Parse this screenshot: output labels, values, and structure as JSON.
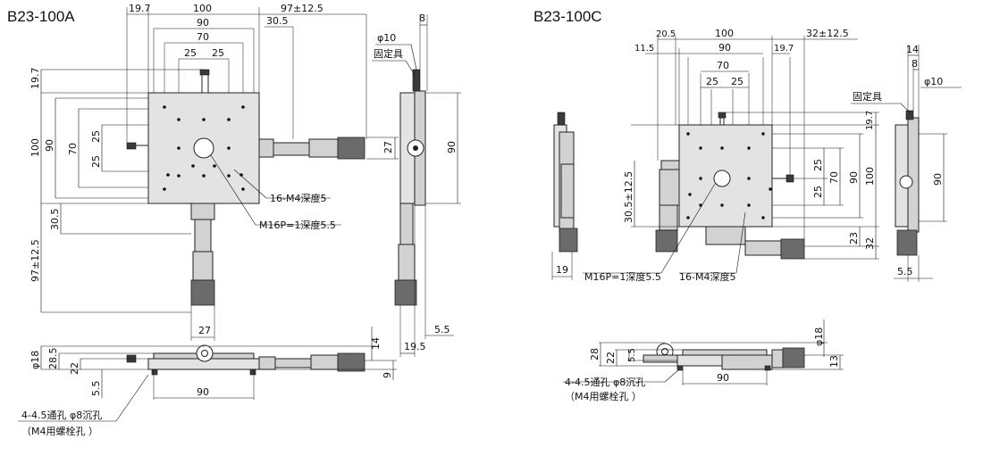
{
  "left": {
    "title": "B23-100A",
    "top_dims": [
      "19.7",
      "100",
      "90",
      "70",
      "25",
      "25",
      "30.5",
      "97±12.5"
    ],
    "left_dims": [
      "19.7",
      "100",
      "90",
      "70",
      "25",
      "25",
      "30.5",
      "97±12.5"
    ],
    "right_dims": [
      "27",
      "90"
    ],
    "side_dims": [
      "8",
      "φ10",
      "固定具",
      "5.5",
      "19.5"
    ],
    "bottom_dims": [
      "27",
      "φ18",
      "28.5",
      "22",
      "14",
      "5.5",
      "9",
      "90"
    ],
    "callouts": [
      "16-M4深度5",
      "M16P=1深度5.5",
      "4-4.5通孔 φ8沉孔",
      "（M4用螺栓孔 ）"
    ]
  },
  "right": {
    "title": "B23-100C",
    "top_dims": [
      "20.5",
      "100",
      "32±12.5",
      "11.5",
      "90",
      "19.7",
      "70",
      "25",
      "25"
    ],
    "left_dims": [
      "30.5±12.5",
      "19"
    ],
    "right_dims": [
      "19.7",
      "25",
      "25",
      "70",
      "90",
      "100",
      "23",
      "32"
    ],
    "side_dims": [
      "14",
      "8",
      "φ10",
      "固定具",
      "90",
      "5.5"
    ],
    "bottom_dims": [
      "φ18",
      "28",
      "22",
      "5.5",
      "13",
      "90"
    ],
    "callouts": [
      "M16P=1深度5.5",
      "16-M4深度5",
      "4-4.5通孔 φ8沉孔",
      "（M4用螺栓孔 ）"
    ]
  }
}
